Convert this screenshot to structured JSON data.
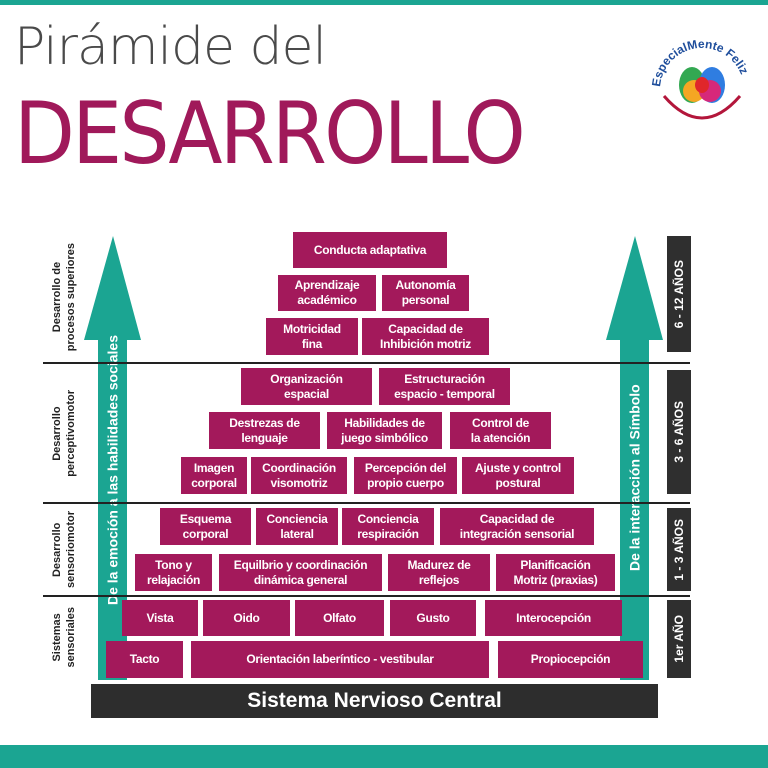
{
  "title": {
    "line1": "Pirámide del",
    "line2": "DESARROLLO"
  },
  "logo": {
    "text": "EspecialMente Feliz",
    "icon": "rainbow-brain-icon"
  },
  "colors": {
    "accent": "#1ba592",
    "block": "#a3195b",
    "dark": "#2d2d2d",
    "title": "#a0195a"
  },
  "arrows": {
    "left": "De la emoción a las habilidades sociales",
    "right": "De la interacción al Símbolo"
  },
  "stages": [
    {
      "label": "Desarrollo de\nprocesos superiores",
      "age": "6 - 12 AÑOS"
    },
    {
      "label": "Desarrollo\nperceptivomotor",
      "age": "3 - 6 AÑOS"
    },
    {
      "label": "Desarrollo\nsensoriomotor",
      "age": "1 - 3 AÑOS"
    },
    {
      "label": "Sistemas\nsensoriales",
      "age": "1er AÑO"
    }
  ],
  "rows": [
    [
      "Conducta adaptativa"
    ],
    [
      "Aprendizaje\nacadémico",
      "Autonomía\npersonal"
    ],
    [
      "Motricidad\nfina",
      "Capacidad de\nInhibición motriz"
    ],
    [
      "Organización\nespacial",
      "Estructuración\nespacio - temporal"
    ],
    [
      "Destrezas de\nlenguaje",
      "Habilidades de\njuego simbólico",
      "Control de\nla atención"
    ],
    [
      "Imagen\ncorporal",
      "Coordinación\nvisomotriz",
      "Percepción del\npropio cuerpo",
      "Ajuste y control\npostural"
    ],
    [
      "Esquema\ncorporal",
      "Conciencia\nlateral",
      "Conciencia\nrespiración",
      "Capacidad de\nintegración sensorial"
    ],
    [
      "Tono y\nrelajación",
      "Equilbrio y coordinación\ndinámica general",
      "Madurez de\nreflejos",
      "Planificación\nMotriz (praxias)"
    ],
    [
      "Vista",
      "Oido",
      "Olfato",
      "Gusto",
      "Interocepción"
    ],
    [
      "Tacto",
      "Orientación laberíntico - vestibular",
      "Propiocepción"
    ]
  ],
  "base": "Sistema Nervioso Central"
}
